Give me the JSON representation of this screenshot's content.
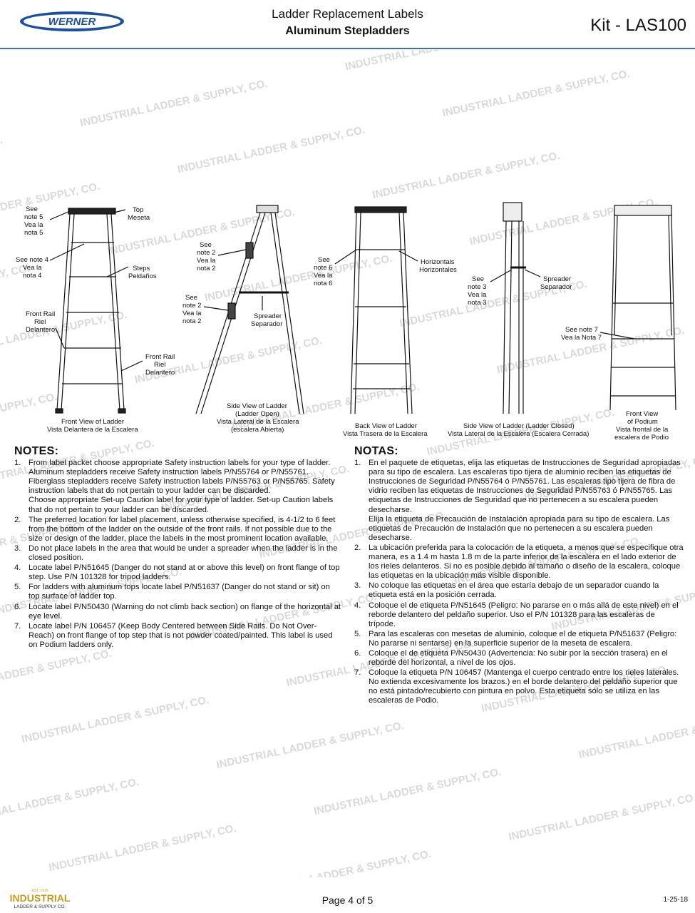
{
  "header": {
    "brand": "WERNER",
    "title": "Ladder Replacement Labels",
    "subtitle": "Aluminum Stepladders",
    "kit": "Kit - LAS100"
  },
  "watermark_text": "INDUSTRIAL LADDER & SUPPLY, CO.",
  "diagram": {
    "front": {
      "top": [
        "Top",
        "Meseta"
      ],
      "note5": [
        "See",
        "note 5",
        "Vea la",
        "nota 5"
      ],
      "note4": [
        "See note 4",
        "Vea la",
        "nota 4"
      ],
      "steps": [
        "Steps",
        "Peldaños"
      ],
      "rail1": [
        "Front Rail",
        "Riel",
        "Delantero"
      ],
      "rail2": [
        "Front Rail",
        "Riel",
        "Delantero"
      ],
      "caption": [
        "Front View of Ladder",
        "Vista Delantera de la Escalera"
      ]
    },
    "side_open": {
      "note2a": [
        "See",
        "note 2",
        "Vea la",
        "nota 2"
      ],
      "note2b": [
        "See",
        "note 2",
        "Vea la",
        "nota 2"
      ],
      "spreader": [
        "Spreader",
        "Separador"
      ],
      "caption": [
        "Side View of Ladder",
        "(Ladder Open)",
        "Vista Lateral de la Escalera",
        "(escalera Abierta)"
      ]
    },
    "back": {
      "note6": [
        "See",
        "note 6",
        "Vea la",
        "nota 6"
      ],
      "horizontals": [
        "Horizontals",
        "Horizontales"
      ],
      "caption": [
        "Back View of Ladder",
        "Vista Trasera de la Escalera"
      ]
    },
    "side_closed": {
      "note3": [
        "See",
        "note 3",
        "Vea la",
        "nota 3"
      ],
      "spreader": [
        "Spreader",
        "Separador"
      ],
      "caption": [
        "Side View of Ladder (Ladder Closed)",
        "Vista Lateral de la Escalera (Escalera Cerrada)"
      ]
    },
    "podium": {
      "note7": [
        "See note 7",
        "Vea la Nota 7"
      ],
      "caption": [
        "Front View",
        "of Podium",
        "Vista frontal de la",
        "escalera de Podio"
      ]
    }
  },
  "notes_en": {
    "heading": "NOTES:",
    "items": [
      {
        "num": "1.",
        "text": "From label packet choose appropriate Safety instruction labels for your type of ladder. Aluminum stepladders receive Safety instruction labels P/N55764 or P/N55761. Fiberglass stepladders receive Safety instruction labels P/N55763 or P/N55765. Safety instruction labels that do not pertain to your ladder can be discarded.",
        "extra": "Choose appropriate Set-up Caution label for your type of ladder. Set-up Caution labels that do not pertain to your ladder can be discarded."
      },
      {
        "num": "2.",
        "text": "The preferred location for label placement, unless otherwise specified, is 4-1/2 to 6 feet from the bottom of the ladder on the outside of the front rails. If not possible due to the size or design of the ladder, place the labels in the most prominent location available."
      },
      {
        "num": "3.",
        "text": "Do not place labels in the area that would be under a spreader when the ladder is in the closed position."
      },
      {
        "num": "4.",
        "text": "Locate label P/N51645 (Danger do not stand at or above this level) on front flange of top step. Use P/N 101328 for tripod ladders."
      },
      {
        "num": "5.",
        "text": "For ladders with aluminum tops locate label P/N51637 (Danger do not stand or sit) on top surface of ladder top."
      },
      {
        "num": "6.",
        "text": "Locate label P/N50430 (Warning do not climb back section) on flange of the horizontal at eye level."
      },
      {
        "num": "7.",
        "text": "Locate label P/N 106457 (Keep Body Centered between Side Rails. Do Not Over-Reach) on front flange of top step that is not powder coated/painted. This label is used on Podium ladders only."
      }
    ]
  },
  "notes_es": {
    "heading": "NOTAS:",
    "items": [
      {
        "num": "1.",
        "text": "En el paquete de etiquetas, elija las etiquetas de Instrucciones de Seguridad apropiadas para su tipo de escalera. Las escaleras tipo tijera de aluminio reciben las etiquetas de Instrucciones de Seguridad P/N55764 ó P/N55761. Las escaleras tipo tijera de fibra de vidrio reciben las etiquetas de Instrucciones de Seguridad P/N55763 ó P/N55765. Las etiquetas de Instrucciones de Seguridad que no pertenecen a su escalera pueden desecharse.",
        "extra": "Elija la etiqueta de Precaución de Instalación apropiada para su tipo de escalera. Las etiquetas de Precaución de Instalación que no pertenecen a su escalera pueden desecharse."
      },
      {
        "num": "2.",
        "text": "La ubicación preferida para la colocación de la etiqueta, a menos que se especifique otra manera, es a 1.4 m hasta 1.8 m de la parte inferior de la escalera en el lado exterior de los rieles delanteros. Si no es posible debido al tamaño o diseño de la escalera, coloque las etiquetas en la ubicación más visible disponible."
      },
      {
        "num": "3.",
        "text": "No coloque las etiquetas en el área que estaría debajo de un separador cuando la etiqueta está en la posición cerrada."
      },
      {
        "num": "4.",
        "text": "Coloque el de etiqueta P/N51645 (Peligro: No pararse en o más allá de este nivel) en el reborde delantero del peldaño superior. Uso el P/N 101328 para las escaleras de trípode."
      },
      {
        "num": "5.",
        "text": "Para las escaleras con mesetas de aluminio, coloque el de etiqueta P/N51637 (Peligro: No pararse ni sentarse) en la superficie superior de la meseta de escalera."
      },
      {
        "num": "6.",
        "text": "Coloque el de etiqueta P/N50430 (Advertencia: No subir por la sección trasera) en el reborde del horizontal, a nivel de los ojos."
      },
      {
        "num": "7.",
        "text": "Coloque la etiqueta P/N 106457 (Mantenga el cuerpo centrado entre los rieles laterales. No extienda excesivamente los brazos.) en el borde delantero del peldaño superior que no está pintado/recubierto con pintura en polvo. Esta etiqueta sólo se utiliza en las escaleras de Podio."
      }
    ]
  },
  "footer": {
    "logo_main": "INDUSTRIAL",
    "logo_sub": "LADDER & SUPPLY CO.",
    "logo_est": "EST. 1919",
    "page": "Page 4 of 5",
    "date": "1-25-18"
  }
}
